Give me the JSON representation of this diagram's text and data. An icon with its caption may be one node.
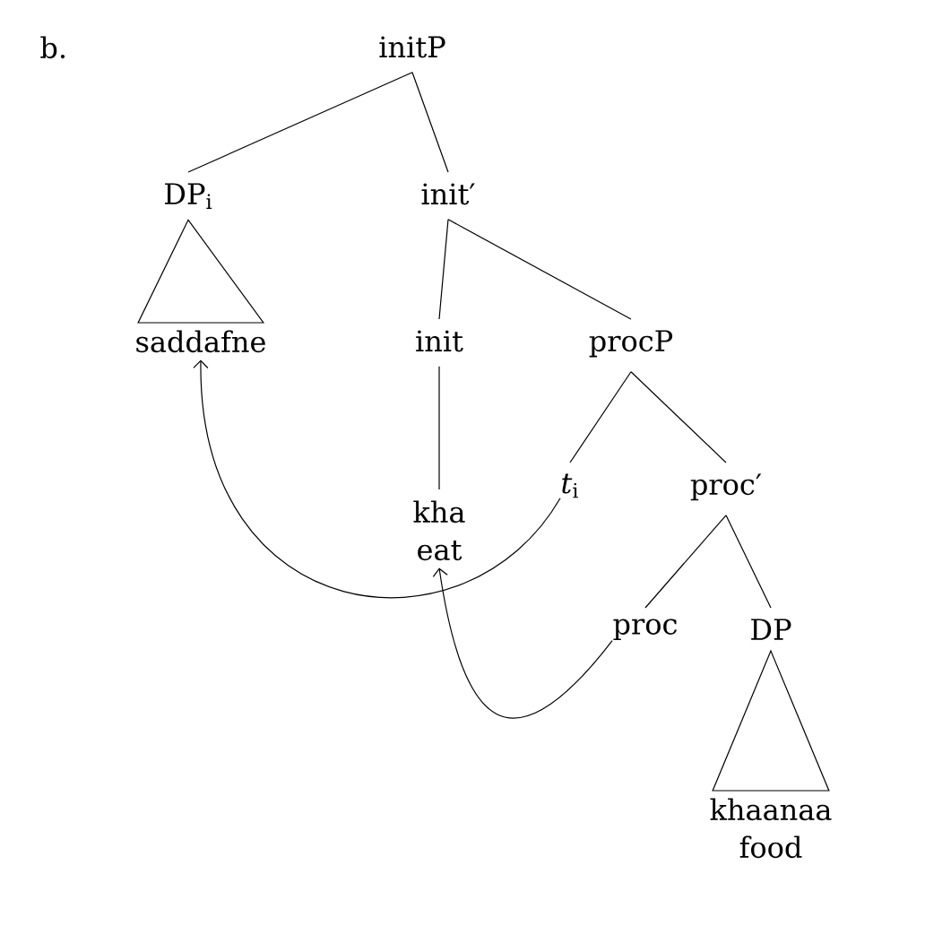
{
  "diagram": {
    "nodes": [
      {
        "text": [
          "initP"
        ]
      },
      {
        "text": [
          "DP$_{i}$"
        ]
      },
      {
        "text": [
          "init′"
        ]
      },
      {
        "text": [
          "saddafne"
        ]
      },
      {
        "text": [
          "init"
        ]
      },
      {
        "text": [
          "procP"
        ]
      },
      {
        "text": [
          "kha",
          "eat"
        ]
      },
      {
        "text": [
          "*t*$_{i}$"
        ]
      },
      {
        "text": [
          "proc′"
        ]
      },
      {
        "text": [
          "proc"
        ]
      },
      {
        "text": [
          "DP"
        ]
      },
      {
        "text": [
          "khaanaa",
          "food"
        ]
      }
    ],
    "edges": [
      {
        "from": 0,
        "to": 1,
        "arrow": "none"
      },
      {
        "from": 0,
        "to": 2,
        "arrow": "none"
      },
      {
        "from": 1,
        "to": 3,
        "arrow": "none"
      },
      {
        "from": 2,
        "to": 4,
        "arrow": "none"
      },
      {
        "from": 2,
        "to": 5,
        "arrow": "none"
      },
      {
        "from": 4,
        "to": 6,
        "arrow": "none"
      },
      {
        "from": 5,
        "to": 7,
        "arrow": "none"
      },
      {
        "from": 5,
        "to": 8,
        "arrow": "none"
      },
      {
        "from": 8,
        "to": 9,
        "arrow": "none"
      },
      {
        "from": 8,
        "to": 10,
        "arrow": "none"
      },
      {
        "from": 10,
        "to": 11,
        "arrow": "none"
      },
      {
        "from": 7,
        "to": 3,
        "arrow": "to"
      },
      {
        "from": 9,
        "to": 6,
        "arrow": "to"
      }
    ],
    "labels": [
      "b."
    ]
  }
}
